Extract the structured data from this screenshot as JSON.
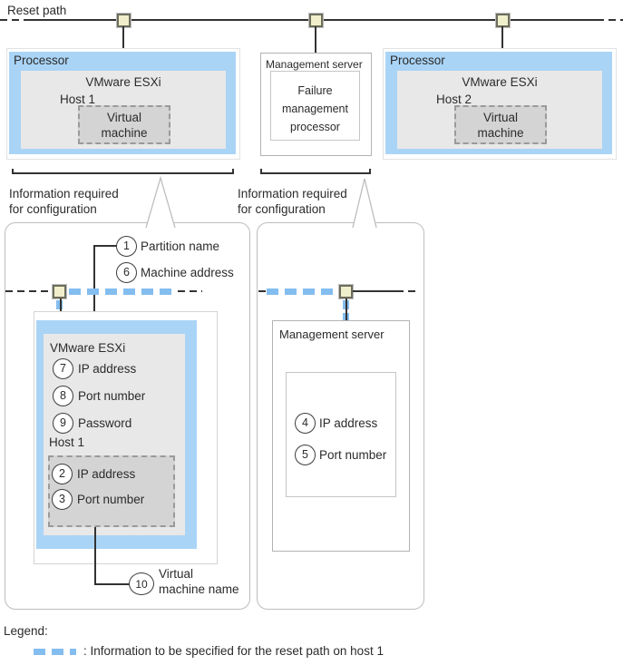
{
  "diagram": {
    "reset_path_label": "Reset path",
    "top_row": {
      "processor1": {
        "title": "Processor",
        "hypervisor": "VMware ESXi",
        "host": "Host 1",
        "vm": "Virtual\nmachine"
      },
      "management_server": {
        "title": "Management server",
        "processor": "Failure\nmanagement\nprocessor"
      },
      "processor2": {
        "title": "Processor",
        "hypervisor": "VMware ESXi",
        "host": "Host 2",
        "vm": "Virtual\nmachine"
      }
    },
    "info_required_left": "Information required\nfor configuration",
    "info_required_right": "Information required\nfor configuration",
    "left_detail": {
      "callouts": [
        {
          "num": "1",
          "label": "Partition name"
        },
        {
          "num": "6",
          "label": "Machine address"
        }
      ],
      "hypervisor_title": "VMware ESXi",
      "hypervisor_items": [
        {
          "num": "7",
          "label": "IP address"
        },
        {
          "num": "8",
          "label": "Port number"
        },
        {
          "num": "9",
          "label": "Password"
        }
      ],
      "host_label": "Host 1",
      "vm_items": [
        {
          "num": "2",
          "label": "IP address"
        },
        {
          "num": "3",
          "label": "Port number"
        }
      ],
      "vm_name_callout": {
        "num": "10",
        "label": "Virtual\nmachine name"
      }
    },
    "right_detail": {
      "title": "Management server",
      "items": [
        {
          "num": "4",
          "label": "IP address"
        },
        {
          "num": "5",
          "label": "Port number"
        }
      ]
    },
    "legend": {
      "title": "Legend:",
      "entry": ": Information to be specified for the reset path on host 1"
    },
    "colors": {
      "processor_blue": "#aad4f6",
      "reset_path_dash_blue": "#84bdef",
      "hypervisor_gray": "#e8e8e8",
      "vm_gray": "#d4d4d4",
      "connector_yellow": "#f0efcb"
    }
  }
}
